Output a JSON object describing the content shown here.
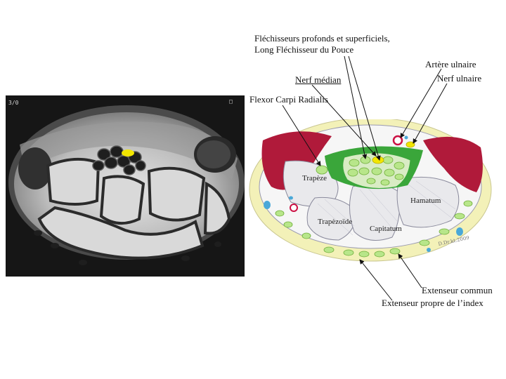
{
  "mri": {
    "top_left_text": "3/0",
    "top_right_text": "□",
    "highlight_color": "#f2e600"
  },
  "labels": {
    "flechisseurs_line1": "Fléchisseurs profonds et superficiels,",
    "flechisseurs_line2": "Long Fléchisseur du Pouce",
    "nerf_median": "Nerf médian",
    "artere_ulnaire": "Artère ulnaire",
    "nerf_ulnaire": "Nerf ulnaire",
    "flexor_carpi_radialis": "Flexor Carpi Radialis",
    "extenseur_commun": "Extenseur commun",
    "extenseur_propre": "Extenseur propre de l’index"
  },
  "bones": {
    "trapeze": "Trapèze",
    "trapezoide": "Trapèzoïde",
    "capitatum": "Capitatum",
    "hamatum": "Hamatum"
  },
  "signature": "D.Dr.kt.2009",
  "colors": {
    "skin": "#f3f1b8",
    "muscle": "#b01a3a",
    "tendon": "#b8e68a",
    "retinaculum": "#3aa63a",
    "nerve": "#f2e600",
    "bone": "#e9e9ec",
    "vessel": "#cc1144",
    "vein": "#4aa8d8"
  }
}
